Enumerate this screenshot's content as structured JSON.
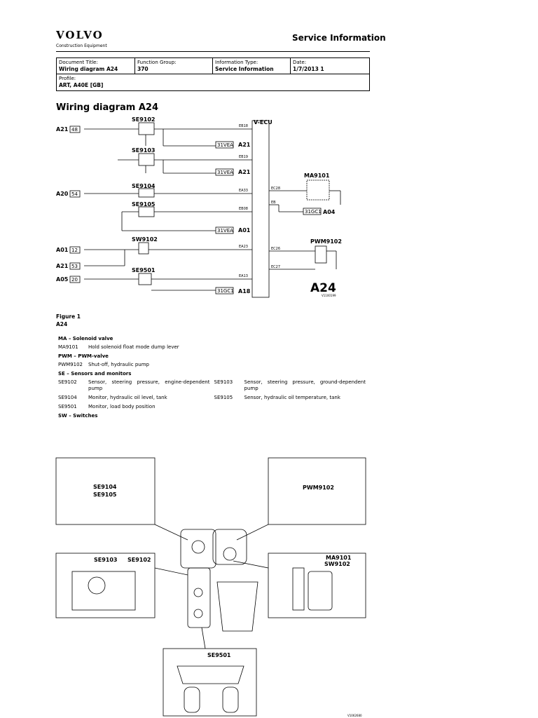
{
  "header": {
    "brand": "VOLVO",
    "brand_sub": "Construction Equipment",
    "service_info": "Service Information"
  },
  "meta": {
    "doc_title_label": "Document Title:",
    "doc_title_value": "Wiring diagram A24",
    "function_group_label": "Function Group:",
    "function_group_value": "370",
    "info_type_label": "Information Type:",
    "info_type_value": "Service Information",
    "date_label": "Date:",
    "date_value": "1/7/2013 1",
    "profile_label": "Profile:",
    "profile_value": "ART, A40E [GB]"
  },
  "title": "Wiring diagram A24",
  "diagram": {
    "vecu": "V-ECU",
    "big_label": "A24",
    "code": "V1100199",
    "components": [
      "SE9102",
      "SE9103",
      "SE9104",
      "SE9105",
      "SW9102",
      "SE9501",
      "MA9101",
      "PWM9102"
    ],
    "refs": [
      "A21",
      "48",
      "A20",
      "54",
      "A01",
      "12",
      "A21",
      "53",
      "A05",
      "20"
    ],
    "targets": [
      "31VEA",
      "A21",
      "31VEA",
      "A21",
      "31VEA",
      "A01",
      "31GC1",
      "A18",
      "31GC1",
      "A04"
    ],
    "pins": [
      "EB18",
      "EB19",
      "EA33",
      "EB08",
      "EA23",
      "EA13",
      "EC28",
      "EB",
      "EC26",
      "EC27"
    ]
  },
  "figure": {
    "label": "Figure 1",
    "name": "A24"
  },
  "legend": {
    "categories": [
      {
        "title": "MA – Solenoid valve",
        "rows": [
          [
            "MA9101",
            "Hold solenoid float mode dump lever",
            "",
            ""
          ]
        ]
      },
      {
        "title": "PWM – PWM-valve",
        "rows": [
          [
            "PWM9102",
            "Shut-off, hydraulic pump",
            "",
            ""
          ]
        ]
      },
      {
        "title": "SE – Sensors and monitors",
        "rows": [
          [
            "SE9102",
            "Sensor, steering pressure, engine-dependent pump",
            "SE9103",
            "Sensor, steering pressure, ground-dependent pump"
          ],
          [
            "SE9104",
            "Monitor, hydraulic oil level, tank",
            "SE9105",
            "Sensor, hydraulic oil temperature, tank"
          ],
          [
            "SE9501",
            "Monitor, load body position",
            "",
            ""
          ]
        ]
      },
      {
        "title": "SW – Switches",
        "rows": []
      }
    ]
  },
  "location": {
    "boxes": [
      "SE9104",
      "SE9105",
      "PWM9102",
      "SE9103",
      "SE9102",
      "MA9101",
      "SW9102",
      "SE9501"
    ],
    "code": "V1062680"
  }
}
